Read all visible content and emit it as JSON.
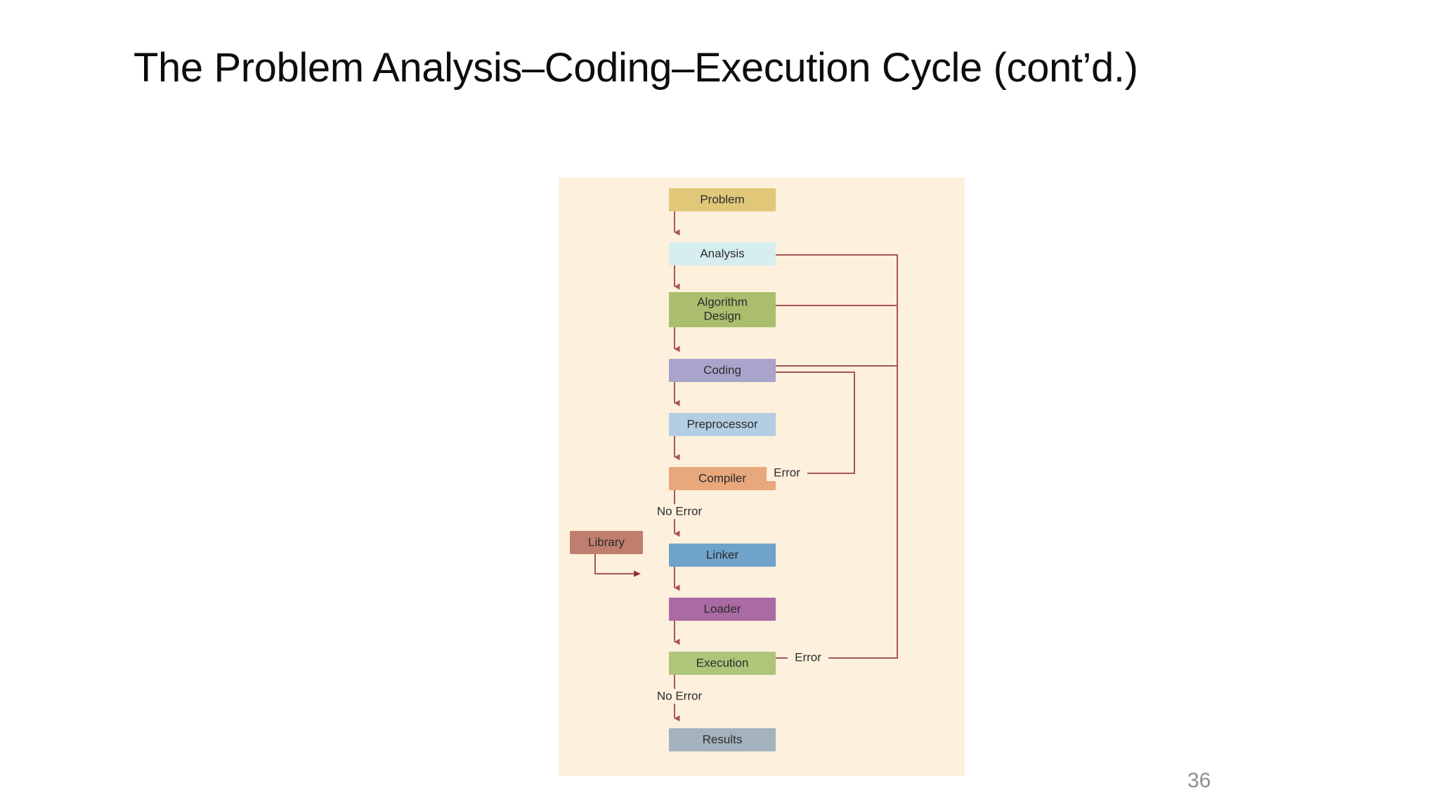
{
  "slide": {
    "title": "The Problem Analysis–Coding–Execution Cycle (cont’d.)",
    "page_number": "36",
    "background_color": "#ffffff",
    "title_color": "#0d0d0d",
    "page_number_color": "#8e8e8e"
  },
  "figure": {
    "panel_background": "#fdf0dc",
    "connector_color": "#a8555c",
    "nodes": {
      "problem": {
        "label": "Problem",
        "color": "#e0c878"
      },
      "analysis": {
        "label": "Analysis",
        "color": "#d7eef0"
      },
      "algorithm_design": {
        "label": "Algorithm",
        "label2": "Design",
        "color": "#abbe6e"
      },
      "coding": {
        "label": "Coding",
        "color": "#a9a4cc"
      },
      "preprocessor": {
        "label": "Preprocessor",
        "color": "#b3cde2"
      },
      "compiler": {
        "label": "Compiler",
        "color": "#e8a87c"
      },
      "library": {
        "label": "Library",
        "color": "#c07e6e"
      },
      "linker": {
        "label": "Linker",
        "color": "#6fa3c9"
      },
      "loader": {
        "label": "Loader",
        "color": "#aa6ba4"
      },
      "execution": {
        "label": "Execution",
        "color": "#aec57a"
      },
      "results": {
        "label": "Results",
        "color": "#a3b2bd"
      }
    },
    "edge_labels": {
      "compiler_error": "Error",
      "compiler_no_error": "No Error",
      "execution_error": "Error",
      "execution_no_error": "No Error"
    }
  },
  "chart_data": {
    "type": "diagram",
    "title": "The Problem Analysis–Coding–Execution Cycle",
    "nodes": [
      {
        "id": "problem",
        "label": "Problem",
        "color": "#e0c878",
        "order": 1
      },
      {
        "id": "analysis",
        "label": "Analysis",
        "color": "#d7eef0",
        "order": 2
      },
      {
        "id": "algorithm_design",
        "label": "Algorithm Design",
        "color": "#abbe6e",
        "order": 3
      },
      {
        "id": "coding",
        "label": "Coding",
        "color": "#a9a4cc",
        "order": 4
      },
      {
        "id": "preprocessor",
        "label": "Preprocessor",
        "color": "#b3cde2",
        "order": 5
      },
      {
        "id": "compiler",
        "label": "Compiler",
        "color": "#e8a87c",
        "order": 6
      },
      {
        "id": "library",
        "label": "Library",
        "color": "#c07e6e",
        "order": 0
      },
      {
        "id": "linker",
        "label": "Linker",
        "color": "#6fa3c9",
        "order": 7
      },
      {
        "id": "loader",
        "label": "Loader",
        "color": "#aa6ba4",
        "order": 8
      },
      {
        "id": "execution",
        "label": "Execution",
        "color": "#aec57a",
        "order": 9
      },
      {
        "id": "results",
        "label": "Results",
        "color": "#a3b2bd",
        "order": 10
      }
    ],
    "edges": [
      {
        "from": "problem",
        "to": "analysis",
        "label": ""
      },
      {
        "from": "analysis",
        "to": "algorithm_design",
        "label": ""
      },
      {
        "from": "algorithm_design",
        "to": "coding",
        "label": ""
      },
      {
        "from": "coding",
        "to": "preprocessor",
        "label": ""
      },
      {
        "from": "preprocessor",
        "to": "compiler",
        "label": ""
      },
      {
        "from": "compiler",
        "to": "coding",
        "label": "Error"
      },
      {
        "from": "compiler",
        "to": "linker",
        "label": "No Error"
      },
      {
        "from": "library",
        "to": "linker",
        "label": ""
      },
      {
        "from": "linker",
        "to": "loader",
        "label": ""
      },
      {
        "from": "loader",
        "to": "execution",
        "label": ""
      },
      {
        "from": "execution",
        "to": "results",
        "label": "No Error"
      },
      {
        "from": "execution",
        "to": "analysis",
        "label": "Error"
      },
      {
        "from": "execution",
        "to": "algorithm_design",
        "label": "Error"
      },
      {
        "from": "execution",
        "to": "coding",
        "label": "Error"
      }
    ]
  }
}
